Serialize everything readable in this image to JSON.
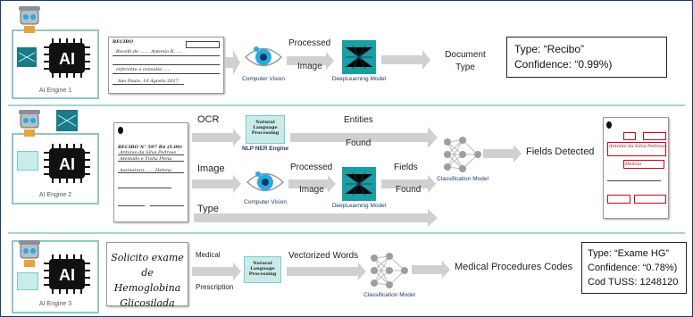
{
  "row1": {
    "engine_label": "AI Engine 1",
    "cv_label": "Computer Vision",
    "processed_label": "Processed",
    "image_label": "Image",
    "dl_label": "DeepLearning Model",
    "doc_type_label": "Document Type",
    "result_type": "Type: “Recibo”",
    "result_confidence": "Confidence: “0.99%)"
  },
  "row2": {
    "engine_label": "AI Engine 2",
    "ocr_label": "OCR",
    "image_label": "Image",
    "type_label": "Type",
    "nlp_label": "NLP NER Engine",
    "nlp_icon_text": "Natural Language Processing",
    "entities_label": "Entities",
    "found_label_1": "Found",
    "cv_label": "Computer Vision",
    "processed_label": "Processed",
    "image_label_2": "Image",
    "dl_label": "DeepLearning Model",
    "fields_label": "Fields",
    "found_label_2": "Found",
    "classification_label": "Classification Model",
    "fields_detected_label": "Fields Detected"
  },
  "row3": {
    "engine_label": "AI Engine 3",
    "prescription_text": "Solicito exame de Hemoglobina Glicosilada",
    "prescription_line1": "Solicito exame",
    "prescription_line2": "de Hemoglobina",
    "prescription_line3": "Glicosilada",
    "medical_label": "Medical",
    "prescription_label": "Prescription",
    "nlp_icon_text": "Natural Language Processing",
    "vectorized_label": "Vectorized Words",
    "classification_label": "Classification Model",
    "procedures_label": "Medical Procedures Codes",
    "result_type": "Type: “Exame HG”",
    "result_confidence": "Confidence: “0.78%)",
    "result_tuss": "Cod TUSS: 1248120"
  },
  "colors": {
    "frame": "#1f3a6e",
    "separator": "#a9d3cf",
    "arrow": "#d0d0d0",
    "nlp_fill": "#c9ece9",
    "eye_blue": "#29a9e0",
    "dl_teal": "#1b9ea3",
    "highlight_red": "#d0021b"
  },
  "icons": [
    "robot-icon",
    "ai-chip-icon",
    "eye-icon",
    "deep-learning-icon",
    "neural-network-icon",
    "nlp-icon",
    "arrow-icon"
  ]
}
